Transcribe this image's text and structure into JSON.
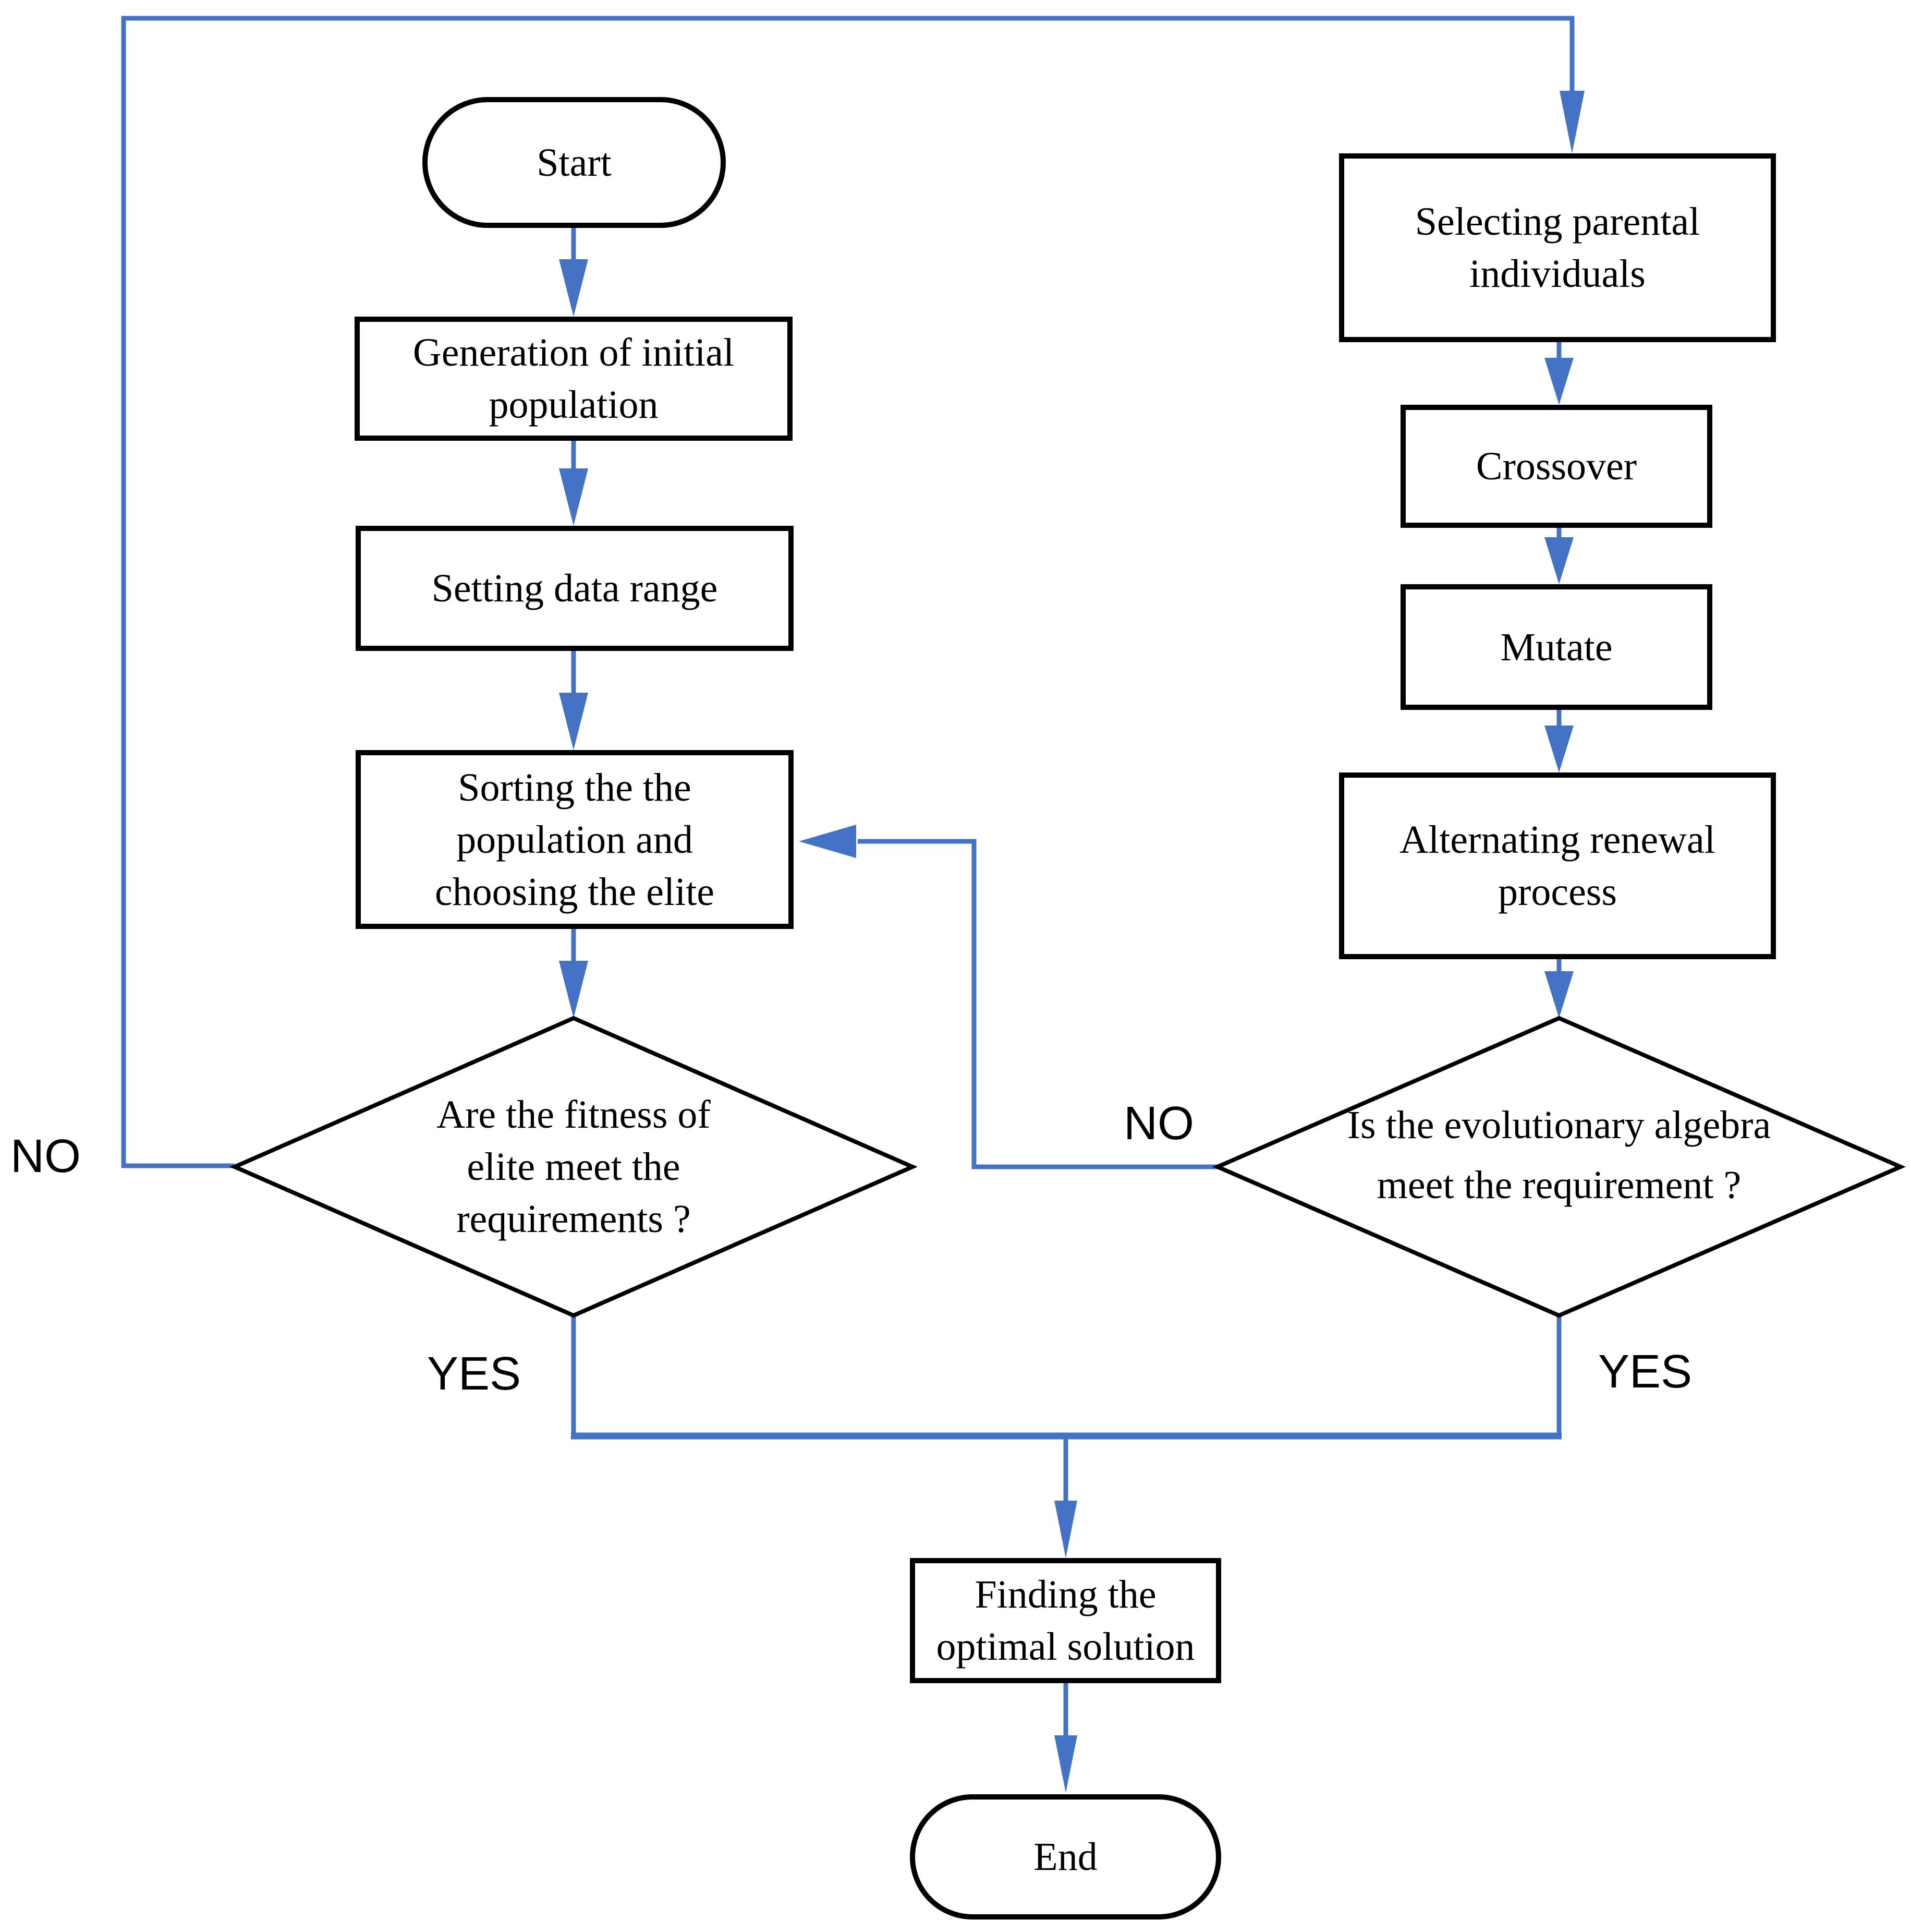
{
  "diagram": {
    "title": "Genetic algorithm flowchart",
    "colors": {
      "connector_blue": "#4472C4",
      "shape_border": "#000000",
      "background": "#ffffff",
      "text": "#000000"
    },
    "nodes": {
      "start": {
        "label": "Start",
        "shape": "terminator"
      },
      "generation": {
        "label": "Generation of initial\npopulation",
        "shape": "process"
      },
      "setting": {
        "label": "Setting data range",
        "shape": "process"
      },
      "sorting": {
        "label": "Sorting the the\npopulation and\nchoosing the elite",
        "shape": "process"
      },
      "fitness_decision": {
        "label": "Are the fitness of\nelite meet the\nrequirements ?",
        "shape": "decision"
      },
      "selecting": {
        "label": "Selecting parental\nindividuals",
        "shape": "process"
      },
      "crossover": {
        "label": "Crossover",
        "shape": "process"
      },
      "mutate": {
        "label": "Mutate",
        "shape": "process"
      },
      "renewal": {
        "label": "Alternating renewal\nprocess",
        "shape": "process"
      },
      "algebra_decision": {
        "label": "Is the evolutionary algebra\nmeet the requirement ?",
        "shape": "decision"
      },
      "finding": {
        "label": "Finding the\noptimal solution",
        "shape": "process"
      },
      "end": {
        "label": "End",
        "shape": "terminator"
      }
    },
    "edge_labels": {
      "no_left": "NO",
      "yes_left": "YES",
      "no_right": "NO",
      "yes_right": "YES"
    }
  }
}
